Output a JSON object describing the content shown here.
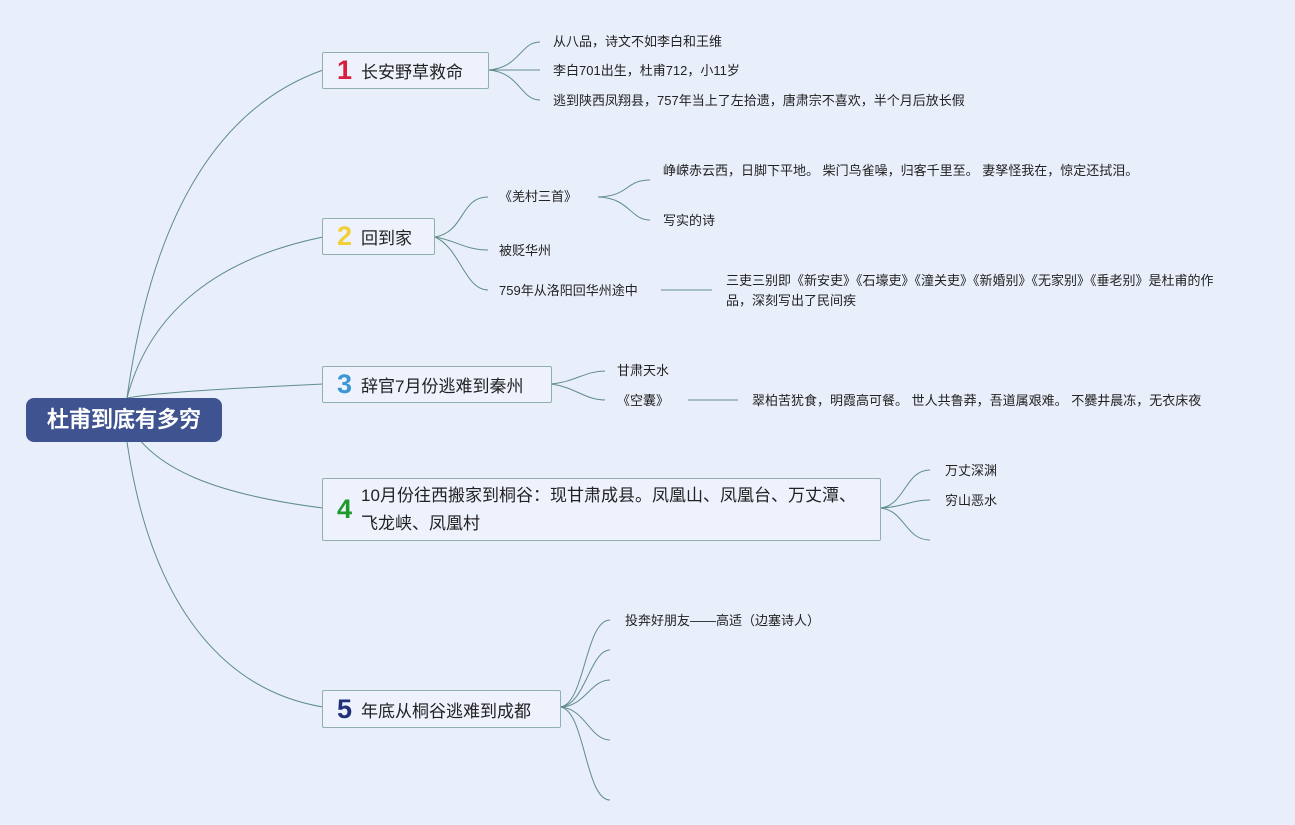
{
  "root": "杜甫到底有多穷",
  "branches": [
    {
      "num": "1",
      "num_color": "#d81f3b",
      "label": "长安野草救命",
      "items": [
        "从八品，诗文不如李白和王维",
        "李白701出生，杜甫712，小11岁",
        "逃到陕西凤翔县，757年当上了左拾遗，唐肃宗不喜欢，半个月后放长假"
      ]
    },
    {
      "num": "2",
      "num_color": "#f1cf38",
      "label": "回到家",
      "items": [
        {
          "text": "《羌村三首》",
          "children": [
            "峥嵘赤云西，日脚下平地。 柴门鸟雀噪，归客千里至。 妻孥怪我在，惊定还拭泪。",
            "写实的诗"
          ]
        },
        {
          "text": "被贬华州"
        },
        {
          "text": "759年从洛阳回华州途中",
          "children": [
            "三吏三别即《新安吏》《石壕吏》《潼关吏》《新婚别》《无家别》《垂老别》是杜甫的作品，深刻写出了民间疾"
          ]
        }
      ]
    },
    {
      "num": "3",
      "num_color": "#3a97d6",
      "label": "辞官7月份逃难到秦州",
      "items": [
        {
          "text": "甘肃天水"
        },
        {
          "text": "《空囊》",
          "children": [
            "翠柏苦犹食，明霞高可餐。 世人共鲁莽，吾道属艰难。 不爨井晨冻，无衣床夜"
          ]
        }
      ]
    },
    {
      "num": "4",
      "num_color": "#1e9a2c",
      "label": "10月份往西搬家到桐谷：现甘肃成县。凤凰山、凤凰台、万丈潭、飞龙峡、凤凰村",
      "items": [
        "万丈深渊",
        "穷山恶水"
      ]
    },
    {
      "num": "5",
      "num_color": "#1f2f7a",
      "label": "年底从桐谷逃难到成都",
      "items": [
        "投奔好朋友——高适（边塞诗人）"
      ]
    }
  ]
}
